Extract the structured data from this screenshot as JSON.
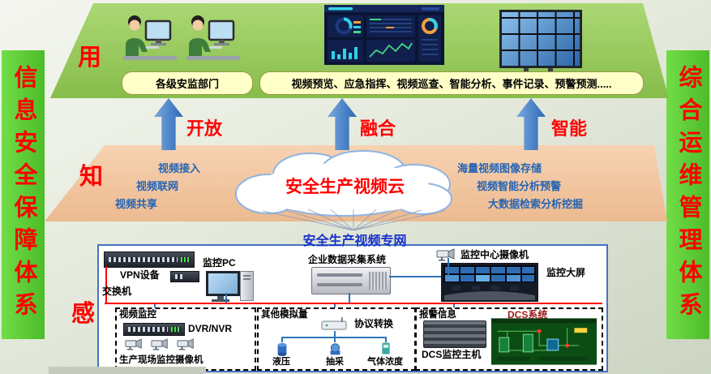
{
  "banners": {
    "left": "信息安全保障体系",
    "right": "综合运维管理体系"
  },
  "layers": {
    "use": "用",
    "know": "知",
    "sense": "感"
  },
  "application": {
    "dept_box": "各级安监部门",
    "functions_box": "视频预览、应急指挥、视频巡查、智能分析、事件记录、预警预测....."
  },
  "arrows": [
    {
      "label": "开放"
    },
    {
      "label": "融合"
    },
    {
      "label": "智能"
    }
  ],
  "cloud": {
    "title": "安全生产视频云",
    "left_items": [
      "视频接入",
      "视频联网",
      "视频共享"
    ],
    "right_items": [
      "海量视频图像存储",
      "视频智能分析预警",
      "大数据检索分析挖掘"
    ],
    "network_label": "安全生产视频专网"
  },
  "perception": {
    "switch_label": "交换机",
    "vpn_label": "VPN设备",
    "pc_label": "监控PC",
    "collector_label": "企业数据采集系统",
    "center_camera_label": "监控中心摄像机",
    "big_screen_label": "监控大屏",
    "video_group": {
      "title": "视频监控",
      "dvr_label": "DVR/NVR",
      "cameras_label": "生产现场监控摄像机"
    },
    "analog_group": {
      "title": "其他模拟量",
      "converter_label": "协议转换",
      "sensors": [
        "液压",
        "抽采",
        "气体浓度"
      ]
    },
    "dcs_group": {
      "title": "报警信息",
      "system_label": "DCS系统",
      "host_label": "DCS监控主机"
    }
  },
  "colors": {
    "banner_green": "#55cb2e",
    "platform_green": "#97c95a",
    "band_peach": "#f3c6a2",
    "accent_red": "#ff0000",
    "note_blue": "#2464b4",
    "arrow_blue": "#3c72b8",
    "border_blue": "#4472c4",
    "bus_red": "#ff0000"
  }
}
